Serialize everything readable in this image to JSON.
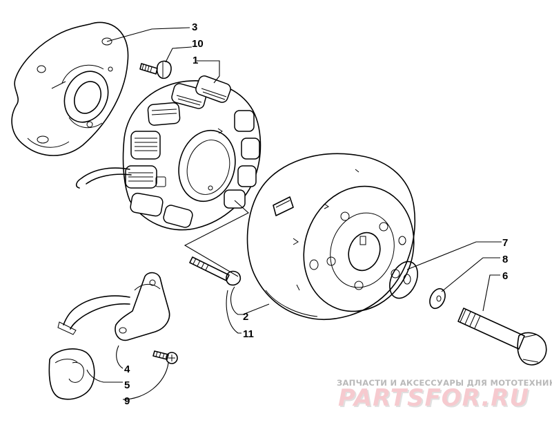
{
  "callouts": {
    "c1": "1",
    "c2": "2",
    "c3": "3",
    "c4": "4",
    "c5": "5",
    "c6": "6",
    "c7": "7",
    "c8": "8",
    "c9": "9",
    "c10": "10",
    "c11": "11"
  },
  "watermark": {
    "tagline": "ЗАПЧАСТИ И АКСЕССУАРЫ ДЛЯ МОТОТЕХНИКИ",
    "logo": "PARTSFOR.RU",
    "colors": {
      "tagline": "#b9b9b9",
      "logo_main": "#f0a0a8",
      "logo_shadow": "#c8c8c8"
    }
  }
}
